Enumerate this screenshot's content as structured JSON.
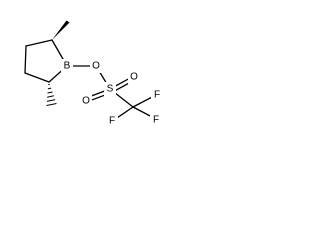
{
  "molecule": {
    "atoms": {
      "boron": "B",
      "oxygen_bridge": "O",
      "sulfur": "S",
      "oxygen_sulfonyl_1": "O",
      "oxygen_sulfonyl_2": "O",
      "fluorine_1": "F",
      "fluorine_2": "F",
      "fluorine_3": "F"
    },
    "colors": {
      "bonds": "#000000",
      "labels": "#000000",
      "background": "#ffffff"
    }
  }
}
